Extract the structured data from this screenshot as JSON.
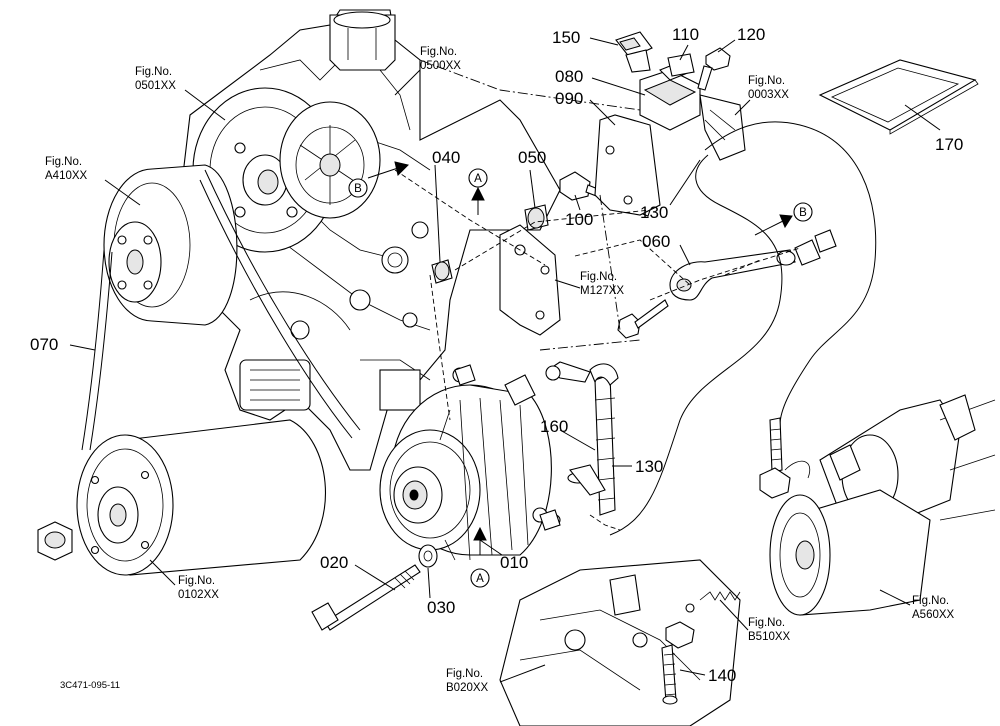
{
  "diagram": {
    "drawing_code": "3C471-095-11",
    "callouts": [
      {
        "id": "150",
        "text": "150"
      },
      {
        "id": "110",
        "text": "110"
      },
      {
        "id": "120",
        "text": "120"
      },
      {
        "id": "080",
        "text": "080"
      },
      {
        "id": "090",
        "text": "090"
      },
      {
        "id": "040",
        "text": "040"
      },
      {
        "id": "050",
        "text": "050"
      },
      {
        "id": "100",
        "text": "100"
      },
      {
        "id": "130a",
        "text": "130"
      },
      {
        "id": "060",
        "text": "060"
      },
      {
        "id": "070",
        "text": "070"
      },
      {
        "id": "160",
        "text": "160"
      },
      {
        "id": "130b",
        "text": "130"
      },
      {
        "id": "020",
        "text": "020"
      },
      {
        "id": "030",
        "text": "030"
      },
      {
        "id": "010",
        "text": "010"
      },
      {
        "id": "140",
        "text": "140"
      },
      {
        "id": "170",
        "text": "170"
      }
    ],
    "fig_refs": [
      {
        "id": "0501",
        "line1": "Fig.No.",
        "line2": "0501XX"
      },
      {
        "id": "0500",
        "line1": "Fig.No.",
        "line2": "0500XX"
      },
      {
        "id": "A410",
        "line1": "Fig.No.",
        "line2": "A410XX"
      },
      {
        "id": "0003",
        "line1": "Fig.No.",
        "line2": "0003XX"
      },
      {
        "id": "M127",
        "line1": "Fig.No.",
        "line2": "M127XX"
      },
      {
        "id": "0102",
        "line1": "Fig.No.",
        "line2": "0102XX"
      },
      {
        "id": "B510",
        "line1": "Fig.No.",
        "line2": "B510XX"
      },
      {
        "id": "A560",
        "line1": "Fig.No.",
        "line2": "A560XX"
      },
      {
        "id": "B020",
        "line1": "Fig.No.",
        "line2": "B020XX"
      }
    ],
    "view_markers": [
      {
        "id": "A1",
        "text": "A"
      },
      {
        "id": "A2",
        "text": "A"
      },
      {
        "id": "B1",
        "text": "B"
      },
      {
        "id": "B2",
        "text": "B"
      }
    ]
  }
}
